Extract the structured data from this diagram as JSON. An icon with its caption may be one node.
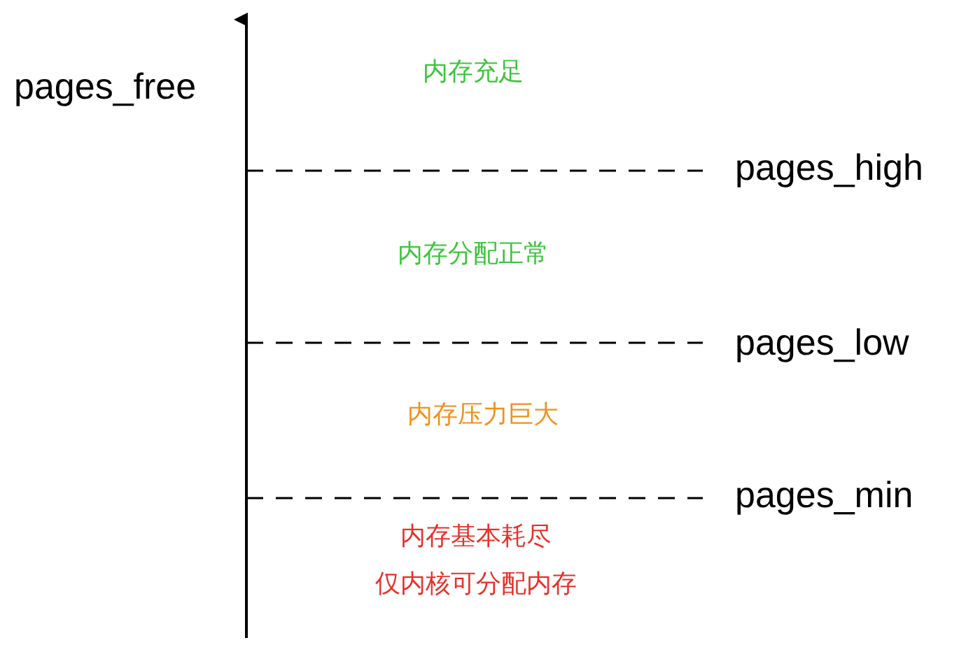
{
  "diagram": {
    "labels": [
      "pages_free",
      "内存充足",
      "pages_high",
      "内存分配正常",
      "pages_low",
      "内存压力巨大",
      "pages_min",
      "内存基本耗尽",
      "仅内核可分配内存"
    ]
  }
}
